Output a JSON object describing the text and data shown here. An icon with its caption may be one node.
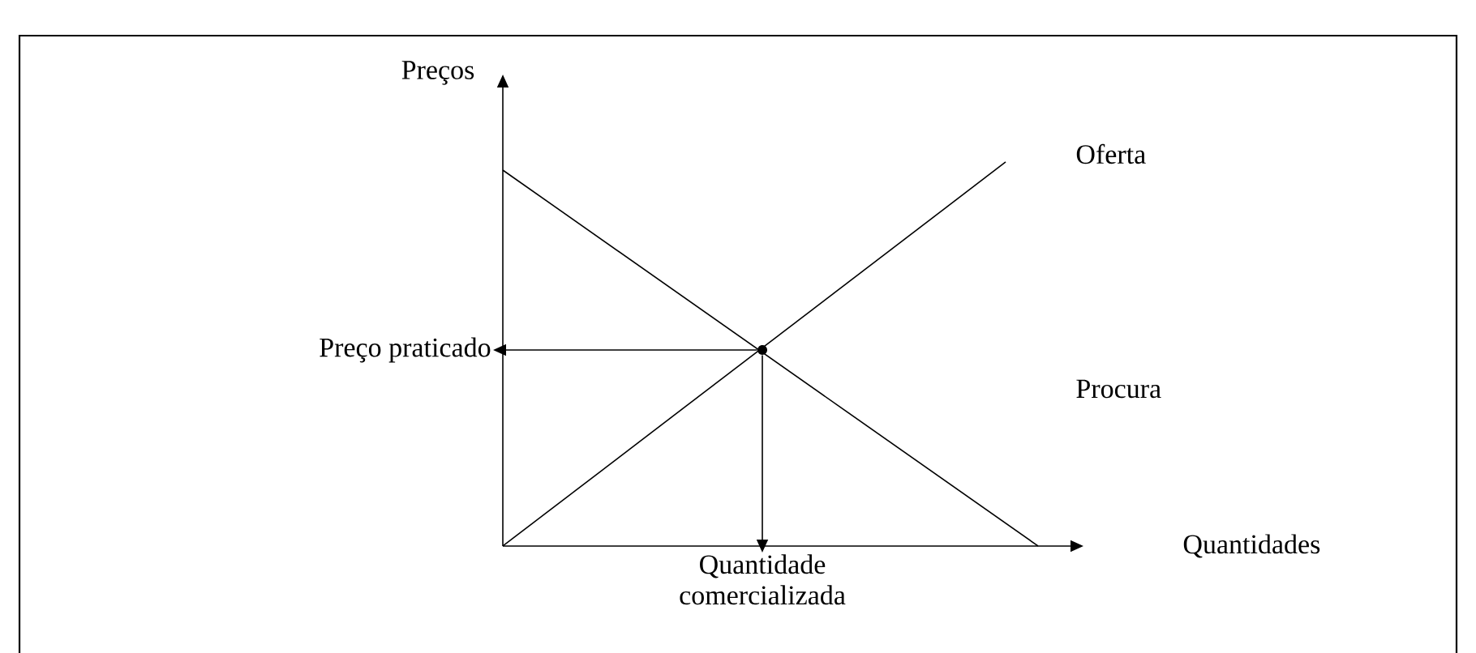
{
  "diagram": {
    "nodes": [
      {
        "text": [
          "Preço praticado"
        ]
      },
      {
        "text": [],
        "shape": "circle"
      },
      {
        "text": [
          "Quantidade comercializada"
        ]
      }
    ],
    "edges": [
      {
        "from": 1,
        "to": 0,
        "arrow": "to"
      },
      {
        "from": 1,
        "to": 2,
        "arrow": "to"
      }
    ],
    "labels": [
      "Preços",
      "Oferta",
      "Procura",
      "Quantidades"
    ]
  }
}
